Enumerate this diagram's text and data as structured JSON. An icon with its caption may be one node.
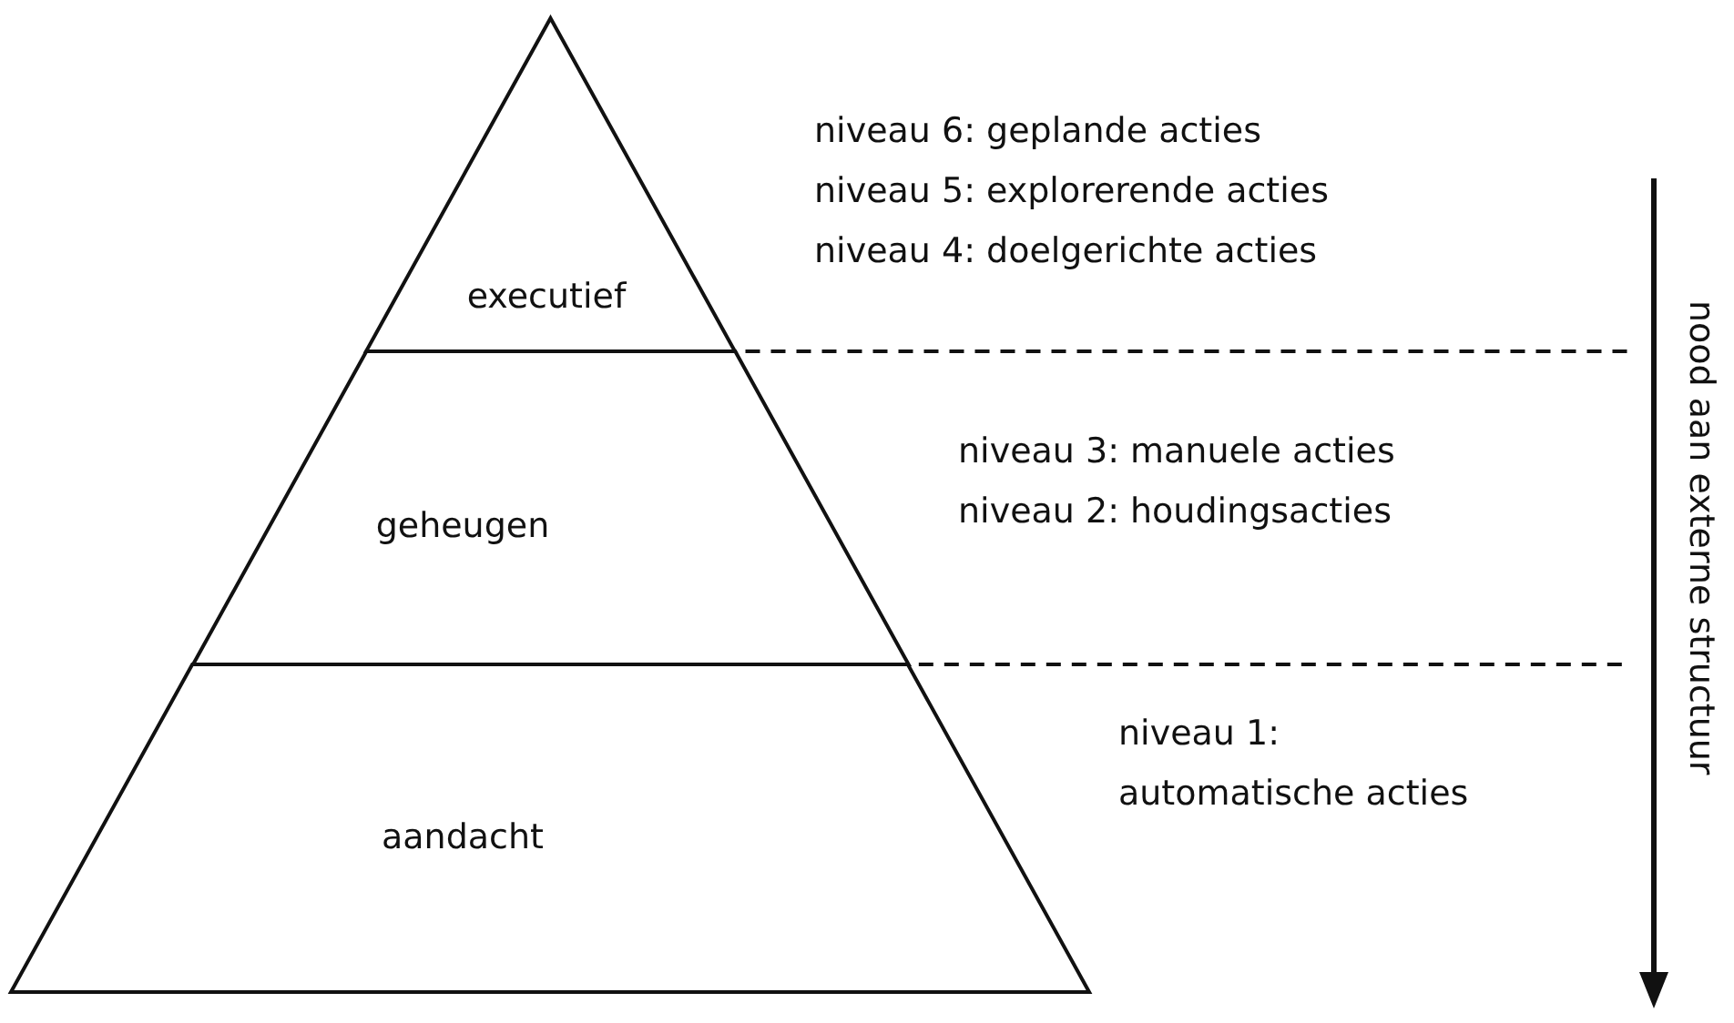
{
  "diagram": {
    "nodes": [
      {
        "text": [
          "executief"
        ],
        "beside": [
          "niveau 6: geplande acties",
          "niveau 5: explorerende acties",
          "niveau 4: doelgerichte acties"
        ]
      },
      {
        "text": [
          "geheugen"
        ],
        "beside": [
          "niveau 3: manuele acties",
          "niveau 2: houdingsacties"
        ]
      },
      {
        "text": [
          "aandacht"
        ],
        "beside": [
          "niveau 1: automatische acties"
        ]
      }
    ],
    "labels": [
      "nood aan externe structuur"
    ]
  }
}
